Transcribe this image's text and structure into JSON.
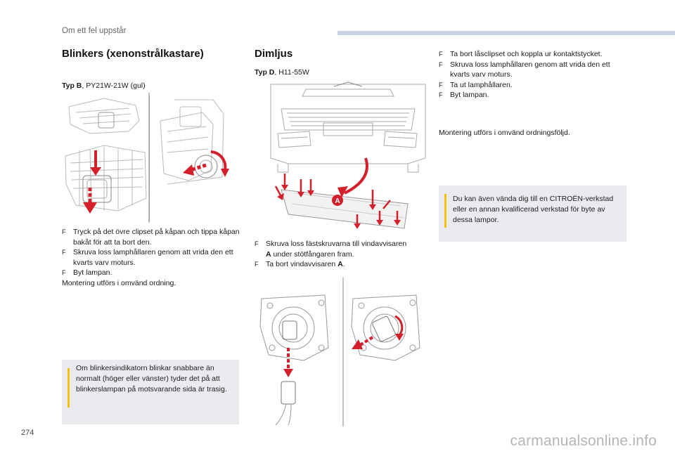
{
  "header": {
    "section_title": "Om ett fel uppstår"
  },
  "left": {
    "heading": "Blinkers (xenonstrålkastare)",
    "type_label_bold": "Typ B",
    "type_label_rest": ", PY21W-21W (gul)",
    "steps": [
      "Tryck på det övre clipset på kåpan och tippa kåpan bakåt för att ta bort den.",
      "Skruva loss lamphållaren genom att vrida den ett kvarts varv moturs.",
      "Byt lampan."
    ],
    "footer_text": "Montering utförs i omvänd ordning.",
    "note": "Om blinkersindikatorn blinkar snabbare än normalt (höger eller vänster) tyder det på att blinkerslampan på motsvarande sida är trasig."
  },
  "middle": {
    "heading": "Dimljus",
    "type_label_bold": "Typ D",
    "type_label_rest": ", H11-55W",
    "callout": "A",
    "step1_before": "Skruva loss fästskruvarna till vindavvisaren ",
    "step1_bold": "A",
    "step1_after": " under stötfångaren fram.",
    "step2_before": "Ta bort vindavvisaren ",
    "step2_bold": "A",
    "step2_after": "."
  },
  "right": {
    "steps": [
      "Ta bort låsclipset och koppla ur kontaktstycket.",
      "Skruva loss lamphållaren genom att vrida den ett kvarts varv moturs.",
      "Ta ut lamphållaren.",
      "Byt lampan."
    ],
    "footer_text": "Montering utförs i omvänd ordningsföljd.",
    "note": "Du kan även vända dig till en CITROËN-verkstad eller en annan kvalificerad verkstad för byte av dessa lampor."
  },
  "footer": {
    "page_number": "274",
    "watermark": "carmanualsonline.info"
  },
  "colors": {
    "accent_red": "#d4202a",
    "note_bg": "#e9ebee",
    "note_bar": "#f5c400",
    "header_bar": "#c8d1e0"
  }
}
